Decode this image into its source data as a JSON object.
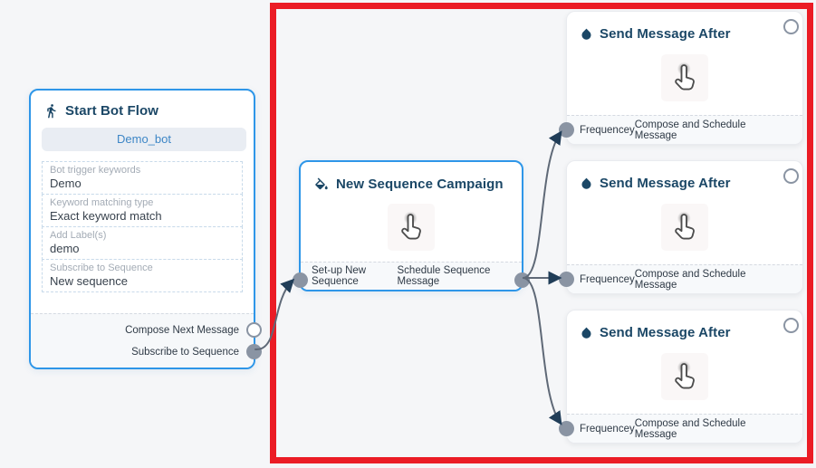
{
  "colors": {
    "canvas_bg": "#f5f6f8",
    "highlight_red": "#eb1c25",
    "node_border_blue": "#2e96e8",
    "title_navy": "#1b4766",
    "edge_gray": "#5f6977",
    "arrow_navy": "#203d58",
    "port_gray": "#8a94a3"
  },
  "start_node": {
    "title": "Start Bot Flow",
    "icon": "walking-person-icon",
    "bot_button_label": "Demo_bot",
    "fields": [
      {
        "label": "Bot trigger keywords",
        "value": "Demo"
      },
      {
        "label": "Keyword matching type",
        "value": "Exact keyword match"
      },
      {
        "label": "Add Label(s)",
        "value": "demo"
      },
      {
        "label": "Subscribe to Sequence",
        "value": "New sequence"
      }
    ],
    "outputs": [
      {
        "label": "Compose Next Message",
        "port_style": "hollow"
      },
      {
        "label": "Subscribe to Sequence",
        "port_style": "filled"
      }
    ]
  },
  "campaign_node": {
    "title": "New Sequence Campaign",
    "icon": "paint-bucket-icon",
    "input_label": "Set-up New Sequence",
    "output_label": "Schedule Sequence Message"
  },
  "send_nodes": [
    {
      "title": "Send Message After",
      "icon": "water-drop-icon",
      "input_label": "Frequencey",
      "output_label": "Compose and Schedule Message"
    },
    {
      "title": "Send Message After",
      "icon": "water-drop-icon",
      "input_label": "Frequencey",
      "output_label": "Compose and Schedule Message"
    },
    {
      "title": "Send Message After",
      "icon": "water-drop-icon",
      "input_label": "Frequencey",
      "output_label": "Compose and Schedule Message"
    }
  ]
}
